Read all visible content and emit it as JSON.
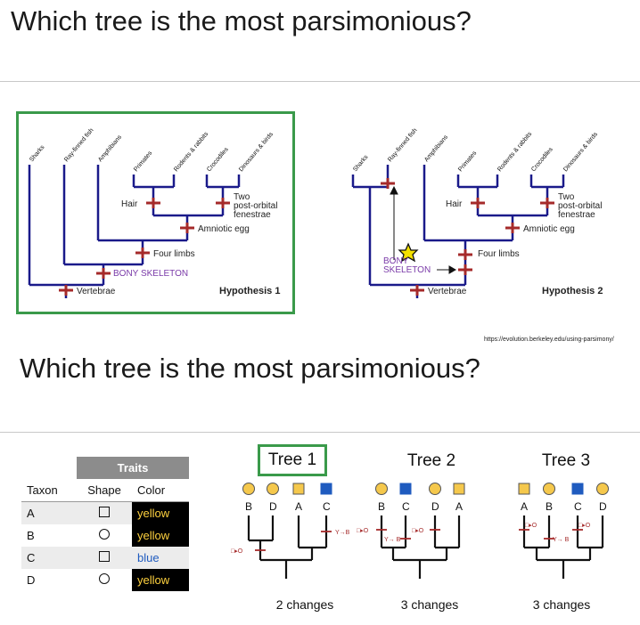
{
  "slide1": {
    "title": "Which tree is the most parsimonious?",
    "url": "https://evolution.berkeley.edu/using-parsimony/",
    "taxa": [
      "Sharks",
      "Ray-finned fish",
      "Amphibians",
      "Primates",
      "Rodents & rabbits",
      "Crocodiles",
      "Dinosaurs & birds"
    ],
    "hyp1": {
      "label": "Hypothesis 1",
      "traits": {
        "hair": "Hair",
        "two": "Two",
        "post_orbital": "post-orbital",
        "fenestrae": "fenestrae",
        "amniotic": "Amniotic egg",
        "four_limbs": "Four limbs",
        "bony": "BONY SKELETON",
        "vertebrae": "Vertebrae"
      }
    },
    "hyp2": {
      "label": "Hypothesis 2",
      "traits": {
        "hair": "Hair",
        "two": "Two",
        "post_orbital": "post-orbital",
        "fenestrae": "fenestrae",
        "amniotic": "Amniotic egg",
        "four_limbs": "Four limbs",
        "bony1": "BONY",
        "bony2": "SKELETON",
        "vertebrae": "Vertebrae"
      }
    }
  },
  "slide2": {
    "title": "Which tree is the most parsimonious?",
    "table": {
      "group_header": "Traits",
      "columns": [
        "Taxon",
        "Shape",
        "Color"
      ],
      "rows": [
        {
          "taxon": "A",
          "shape": "square",
          "color": "yellow"
        },
        {
          "taxon": "B",
          "shape": "circle",
          "color": "yellow"
        },
        {
          "taxon": "C",
          "shape": "square",
          "color": "blue"
        },
        {
          "taxon": "D",
          "shape": "circle",
          "color": "yellow"
        }
      ]
    },
    "trees": [
      {
        "label": "Tree 1",
        "order": [
          "B",
          "D",
          "A",
          "C"
        ],
        "changes": "2 changes",
        "marks": [
          "□▸O",
          "Y→B"
        ]
      },
      {
        "label": "Tree 2",
        "order": [
          "B",
          "C",
          "D",
          "A"
        ],
        "changes": "3 changes",
        "marks": [
          "□▸O",
          "Y→ B",
          "□▸O"
        ]
      },
      {
        "label": "Tree 3",
        "order": [
          "A",
          "B",
          "C",
          "D"
        ],
        "changes": "3 changes",
        "marks": [
          "□▸O",
          "Y→ B",
          "□▸O"
        ]
      }
    ],
    "colors": {
      "yellow": "#f5c84c",
      "blue": "#1f5bbf",
      "green": "#3a9a4a",
      "tree_blue": "#1a1a8a",
      "mark_red": "#a52a2a"
    }
  }
}
